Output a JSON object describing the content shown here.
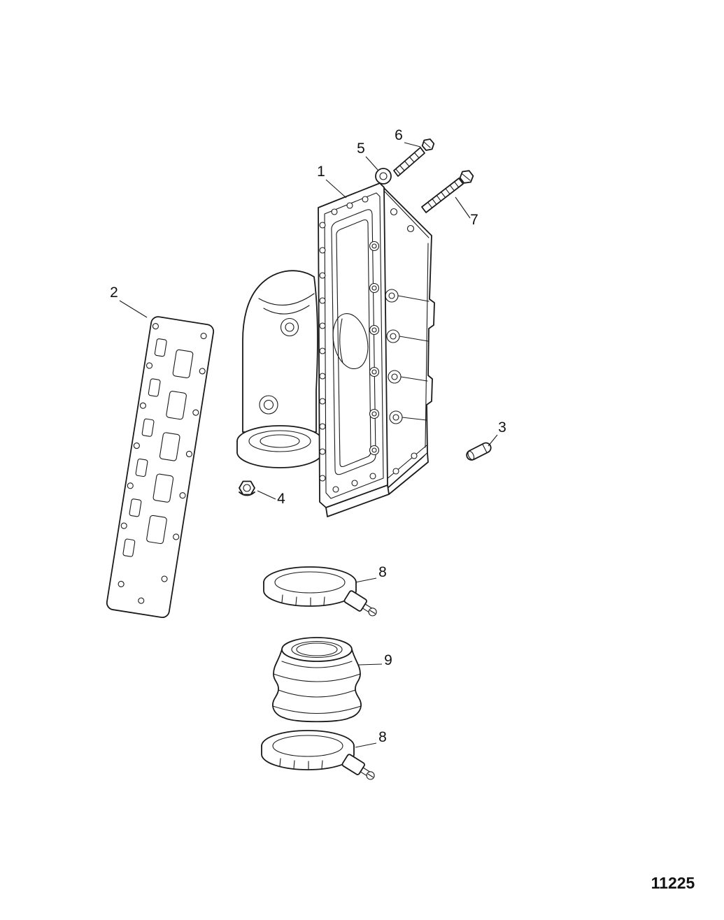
{
  "figure": {
    "callouts": [
      {
        "label": "1"
      },
      {
        "label": "2"
      },
      {
        "label": "3"
      },
      {
        "label": "4"
      },
      {
        "label": "5"
      },
      {
        "label": "6"
      },
      {
        "label": "7"
      },
      {
        "label": "8"
      },
      {
        "label": "9"
      },
      {
        "label": "8"
      }
    ],
    "drawing_number": "11225"
  }
}
